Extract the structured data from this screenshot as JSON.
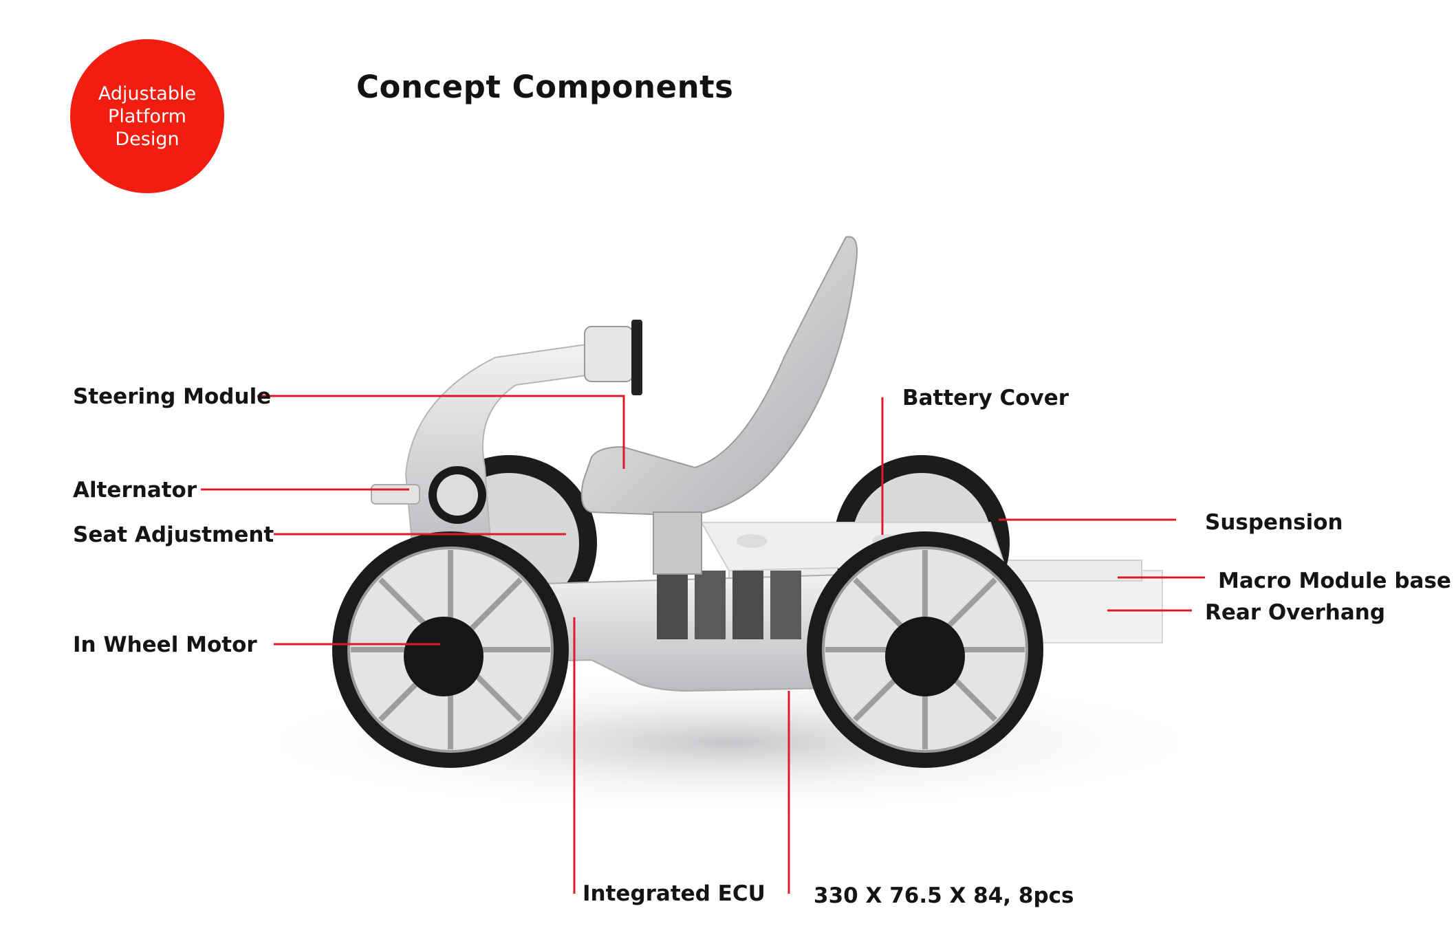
{
  "badge": {
    "text": "Adjustable\nPlatform\nDesign",
    "color": "#f01d10"
  },
  "title": "Concept Components",
  "labels": {
    "steering_module": "Steering Module",
    "alternator": "Alternator",
    "seat_adjustment": "Seat Adjustment",
    "in_wheel_motor": "In Wheel Motor",
    "battery_cover": "Battery Cover",
    "suspension": "Suspension",
    "macro_module_base": "Macro Module base",
    "rear_overhang": "Rear Overhang",
    "integrated_ecu": "Integrated ECU",
    "battery_spec": "330 X 76.5 X 84, 8pcs"
  },
  "colors": {
    "leader_line": "#e0182c",
    "tire": "#1c1c1c",
    "body": "#d9dadc"
  }
}
